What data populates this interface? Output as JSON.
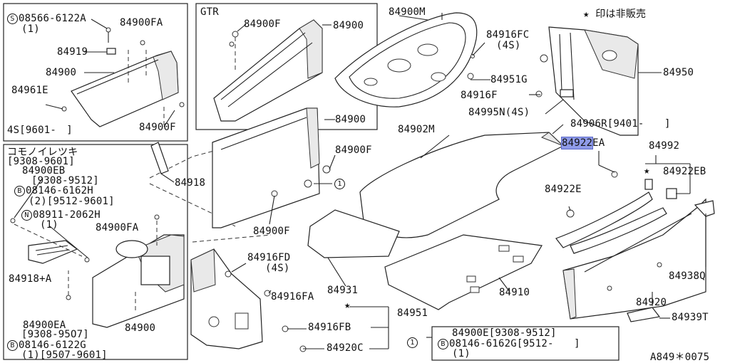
{
  "note_top_right": "★ 印は非販売",
  "figure_code": "A849＊0075",
  "box_s": {
    "l1": "08566-6122A",
    "l1b": "(1)",
    "l2": "84900FA",
    "l3": "84919",
    "l4": "84900",
    "l5": "84961E",
    "l6": "4S[9601-　]",
    "l7": "84900F"
  },
  "box_gtr": {
    "title": "GTR",
    "l1": "84900F",
    "l2": "84900"
  },
  "box_comono": {
    "title": "コモノイレツキ",
    "title2": "[9308-9601]",
    "l1": "84900EB",
    "l1b": "[9308-9512]",
    "l2": "08146-6162H",
    "l2b": "(2)[9512-9601]",
    "l3": "08911-2062H",
    "l3b": "(1)",
    "l4": "84900FA",
    "l5": "84918+A",
    "l6": "84900EA",
    "l6b": "[9308-95O7]",
    "l7": "08146-6122G",
    "l7b": "(1)[9507-9601]",
    "l8": "84900"
  },
  "main": {
    "m84900M": "84900M",
    "m84916FC": "84916FC",
    "m4S_a": "(4S)",
    "m84951G": "84951G",
    "m84916F": "84916F",
    "m84995N": "84995N(4S)",
    "m84950": "84950",
    "m84906R": "84906R[9401-　　]",
    "m84902M": "84902M",
    "m84900": "84900",
    "m84900F_a": "84900F",
    "m84918": "84918",
    "m84900F_b": "84900F",
    "m84922_hl": "84922",
    "m84922_tail": "EA",
    "m84992": "84992",
    "m84922EB": "84922EB",
    "m84922E": "84922E",
    "m84916FD": "84916FD",
    "m4S_b": "(4S)",
    "m84916FA": "84916FA",
    "m84931": "84931",
    "m84910": "84910",
    "m84951": "84951",
    "m84916FB": "84916FB",
    "m84920C": "84920C",
    "m84938Q": "84938Q",
    "m84920": "84920",
    "m84939T": "84939T"
  },
  "legend": {
    "l1": "84900E[9308-9512]",
    "l2": "08146-6162G[9512-　　]",
    "l2b": "(1)"
  },
  "markers": {
    "s": "S",
    "b": "B",
    "n": "N",
    "one": "1",
    "star": "★"
  }
}
